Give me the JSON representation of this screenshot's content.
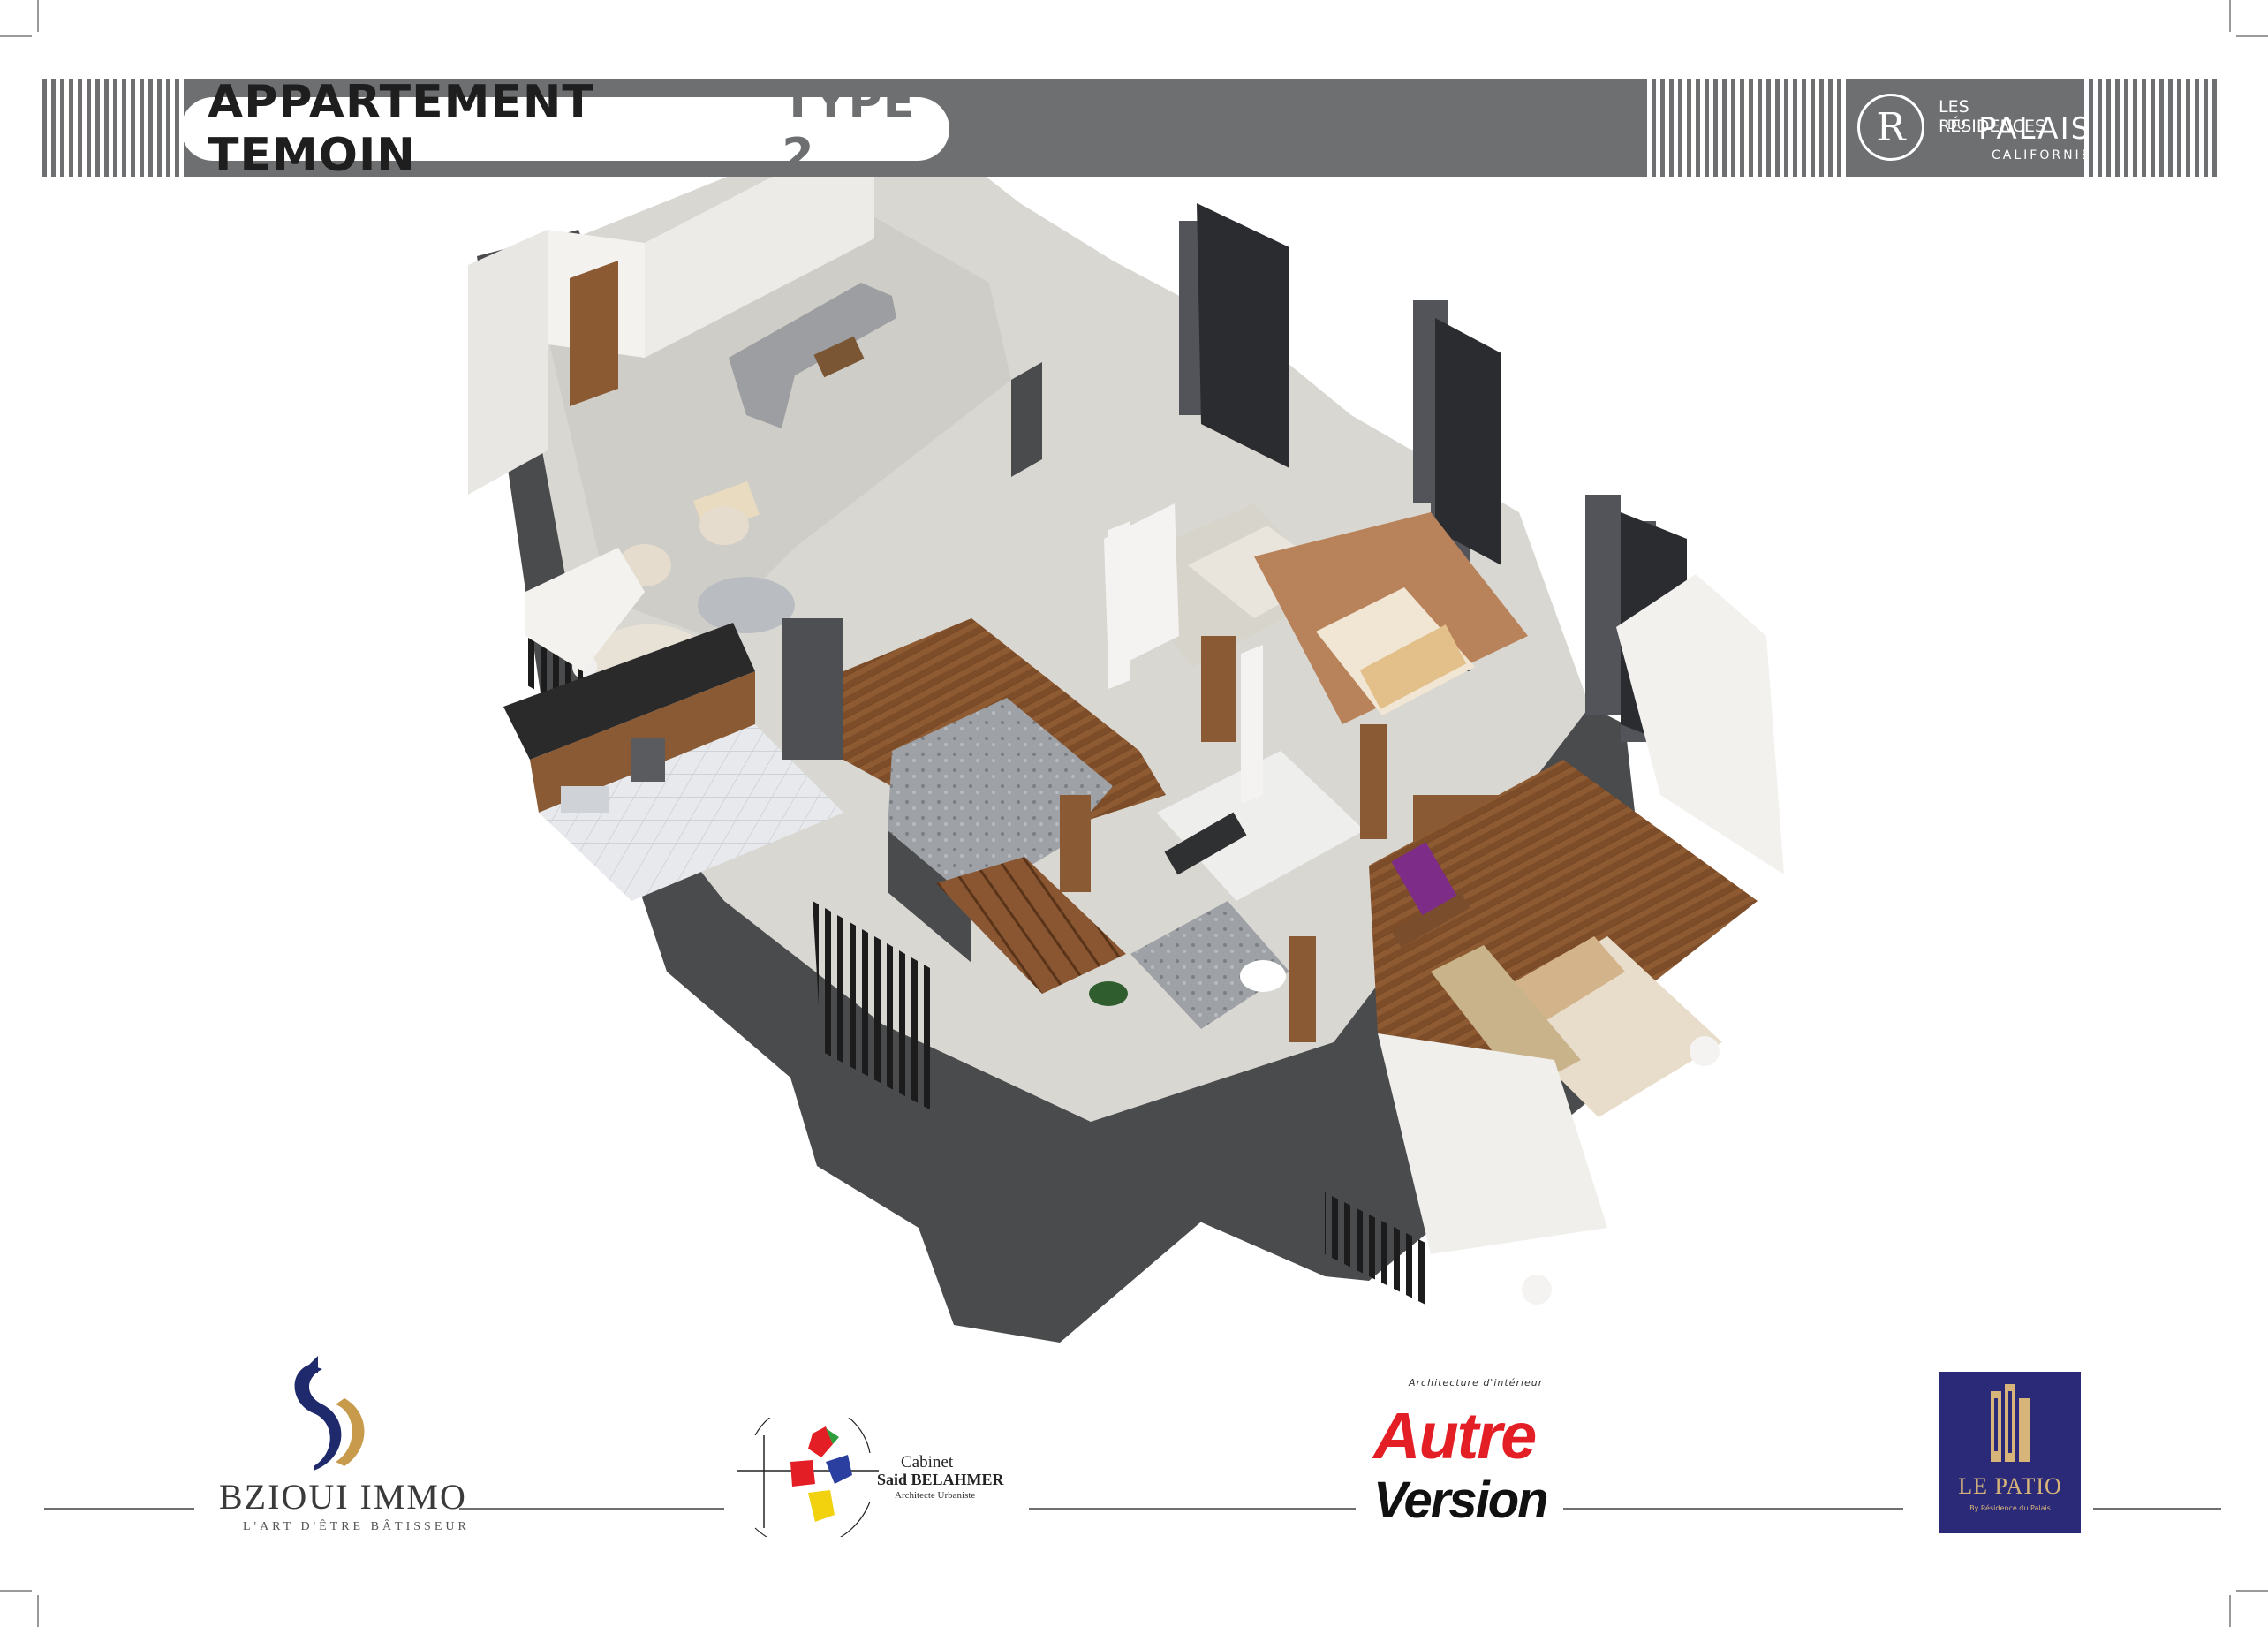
{
  "header": {
    "title_main": "APPARTEMENT TEMOIN",
    "title_type": "TYPE 2"
  },
  "brand_top": {
    "monogram": "R",
    "line1": "LES RÉSIDENCES",
    "line2": "DU",
    "line3": "PALAIS",
    "line4": "CALIFORNIE"
  },
  "logos": {
    "bzioui": {
      "name": "BZIOUI IMMO",
      "tagline": "L'ART D'ÊTRE BÂTISSEUR"
    },
    "cabinet": {
      "line1": "Cabinet",
      "line2": "Said BELAHMER",
      "line3": "Architecte Urbaniste"
    },
    "autre_version": {
      "small": "Architecture d'intérieur",
      "word1": "Autre",
      "word2": "Version"
    },
    "le_patio": {
      "name": "LE PATIO",
      "sub": "By Résidence du Palais"
    }
  },
  "colors": {
    "header_gray": "#6e6f71",
    "wall_dark": "#4a4b4d",
    "wood": "#8a5a34",
    "autre_red": "#e31e24",
    "patio_blue": "#2b2a78",
    "patio_gold": "#d7b57a",
    "bzioui_navy": "#1e2a6b",
    "bzioui_gold": "#c79a4c"
  }
}
